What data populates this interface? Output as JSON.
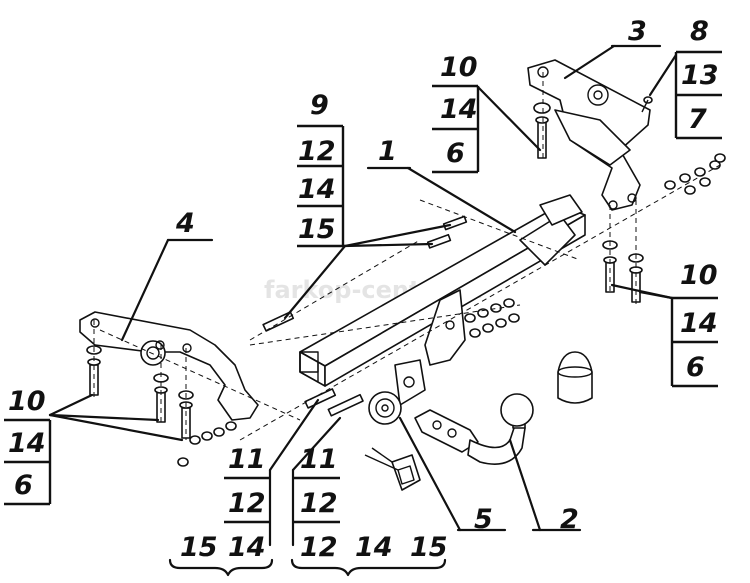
{
  "watermark": "farkop-center.ru",
  "callouts": {
    "c1": "1",
    "c2": "2",
    "c3": "3",
    "c4": "4",
    "c5": "5"
  },
  "stack_8_13_7": [
    "8",
    "13",
    "7"
  ],
  "stack_10_14_6_top": [
    "10",
    "14",
    "6"
  ],
  "stack_9_12_14_15": [
    "9",
    "12",
    "14",
    "15"
  ],
  "stack_10_14_6_right": [
    "10",
    "14",
    "6"
  ],
  "stack_10_14_6_left": [
    "10",
    "14",
    "6"
  ],
  "stack_11_12_14": [
    "11",
    "12",
    "14"
  ],
  "stack_11_12_12": [
    "11",
    "12",
    "12"
  ],
  "bottom_left_pair": [
    "15",
    "14"
  ],
  "bottom_right_trio": [
    "12",
    "14",
    "15"
  ]
}
